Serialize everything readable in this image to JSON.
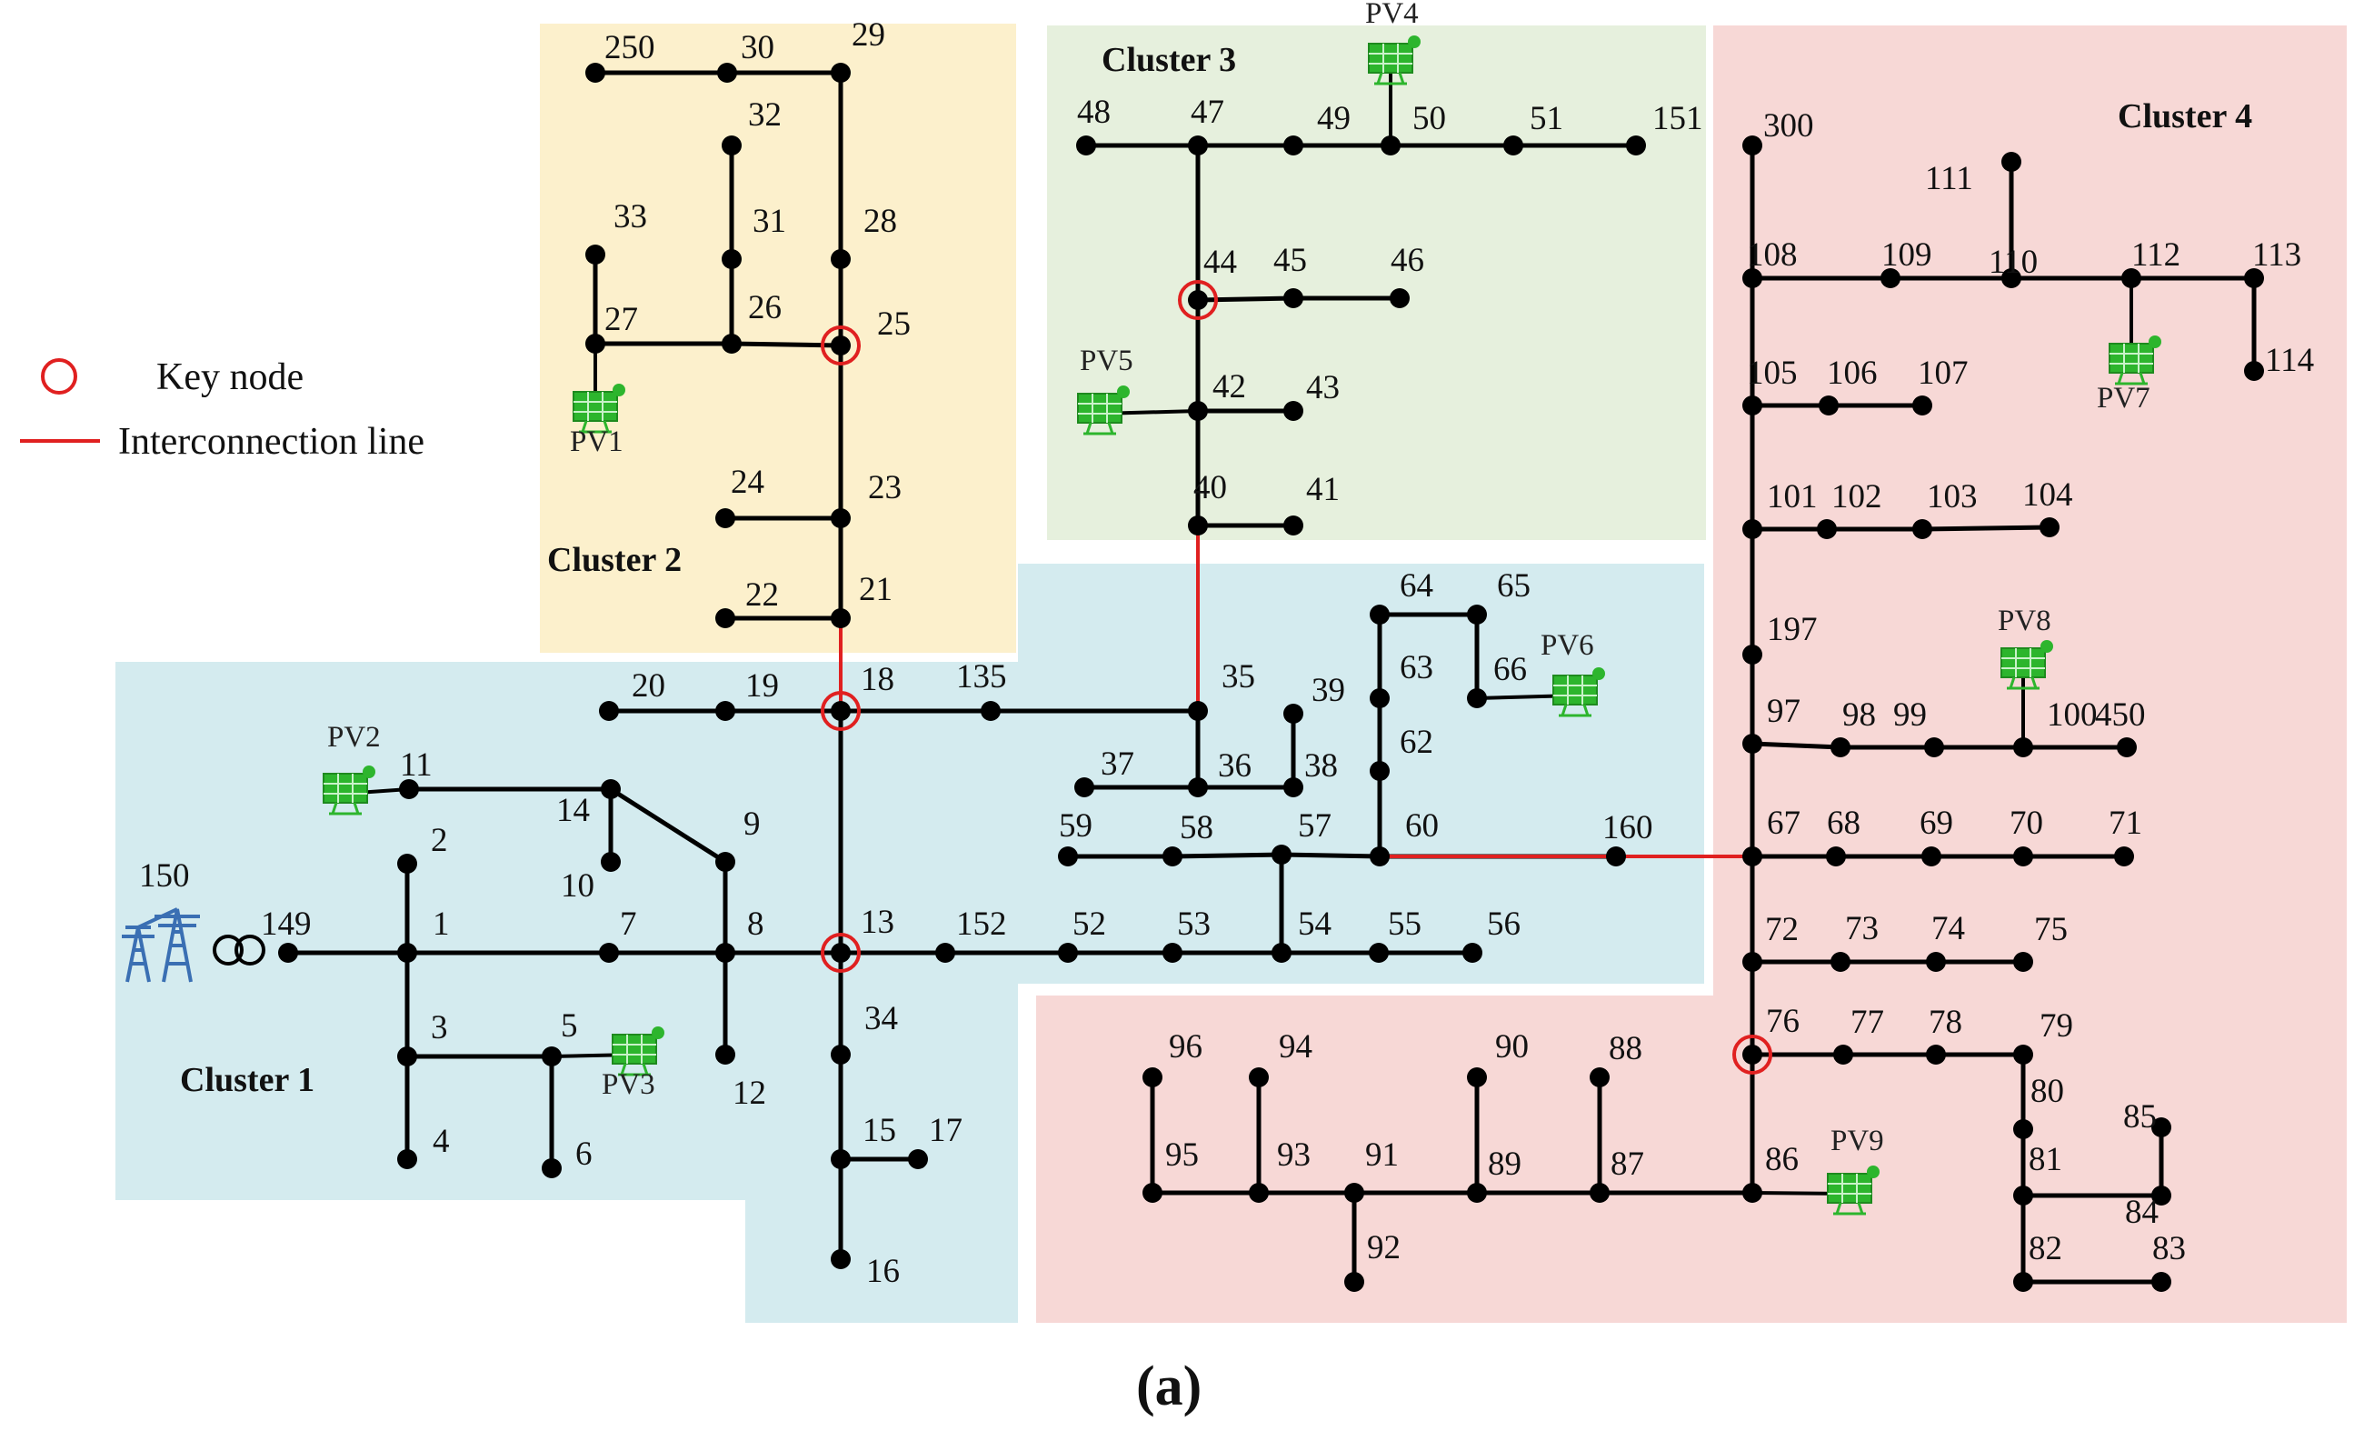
{
  "legend": {
    "key_node": "Key node",
    "interconnection_line": "Interconnection line"
  },
  "caption": "(a)",
  "colors": {
    "cluster1": "#d4ebef",
    "cluster2": "#fcf0cc",
    "cluster3": "#e6f0dd",
    "cluster4": "#f7d8d6",
    "line": "#000000",
    "interconnection": "#e02020",
    "key_node": "#e02020",
    "pv": "#2db52d",
    "substation": "#3a6fb3"
  },
  "clusters": [
    {
      "id": "c1",
      "label": "Cluster 1"
    },
    {
      "id": "c2",
      "label": "Cluster 2"
    },
    {
      "id": "c3",
      "label": "Cluster 3"
    },
    {
      "id": "c4",
      "label": "Cluster 4"
    }
  ],
  "substation": {
    "label": "150",
    "icon": "transmission-tower-icon"
  },
  "pv_labels": [
    "PV1",
    "PV2",
    "PV3",
    "PV4",
    "PV5",
    "PV6",
    "PV7",
    "PV8",
    "PV9"
  ],
  "node_labels": [
    "1",
    "2",
    "3",
    "4",
    "5",
    "6",
    "7",
    "8",
    "9",
    "10",
    "11",
    "12",
    "13",
    "14",
    "15",
    "16",
    "17",
    "18",
    "19",
    "20",
    "21",
    "22",
    "23",
    "24",
    "25",
    "26",
    "27",
    "28",
    "29",
    "30",
    "31",
    "32",
    "33",
    "34",
    "35",
    "36",
    "37",
    "38",
    "39",
    "40",
    "41",
    "42",
    "43",
    "44",
    "45",
    "46",
    "47",
    "48",
    "49",
    "50",
    "51",
    "52",
    "53",
    "54",
    "55",
    "56",
    "57",
    "58",
    "59",
    "60",
    "62",
    "63",
    "64",
    "65",
    "66",
    "67",
    "68",
    "69",
    "70",
    "71",
    "72",
    "73",
    "74",
    "75",
    "76",
    "77",
    "78",
    "79",
    "80",
    "81",
    "82",
    "83",
    "84",
    "85",
    "86",
    "87",
    "88",
    "89",
    "90",
    "91",
    "92",
    "93",
    "94",
    "95",
    "96",
    "97",
    "98",
    "99",
    "100",
    "101",
    "102",
    "103",
    "104",
    "105",
    "106",
    "107",
    "108",
    "109",
    "110",
    "111",
    "112",
    "113",
    "114",
    "135",
    "149",
    "151",
    "152",
    "160",
    "197",
    "250",
    "300",
    "450"
  ],
  "key_nodes": [
    "13",
    "18",
    "25",
    "44",
    "76"
  ],
  "interconnection_lines": [
    [
      "18",
      "21"
    ],
    [
      "35",
      "40"
    ],
    [
      "60",
      "67"
    ]
  ]
}
